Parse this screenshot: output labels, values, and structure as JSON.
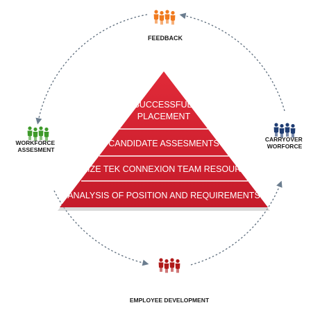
{
  "cycle": {
    "feedback": "FEEDBACK",
    "workforce_assessment": [
      "WORKFORCE",
      "ASSESMENT"
    ],
    "carryover_workforce": [
      "CARRYOVER",
      "WORFORCE"
    ],
    "employee_development": "EMPLOYEE DEVELOPMENT"
  },
  "pyramid": {
    "tiers": [
      {
        "lines": [
          "SUCCESSFUL",
          "PLACEMENT"
        ]
      },
      {
        "lines": [
          "CANDIDATE ASSESMENTS"
        ]
      },
      {
        "lines": [
          "UTILIZE TEK CONNEXION TEAM RESOURCES"
        ]
      },
      {
        "lines": [
          "ANALYSIS OF POSITION AND REQUIREMENTS"
        ]
      }
    ]
  },
  "colors": {
    "pyramid_red": "#d2202f",
    "pyramid_dark": "#a8101e",
    "circle_dash": "#5b6b7b",
    "feedback_people": "#f07a1e",
    "workforce_people": "#3e9a2a",
    "carryover_people": "#1f3d73",
    "development_people": "#b01a1a"
  },
  "icons": {
    "feedback": "people-group-icon",
    "workforce_assessment": "people-group-icon",
    "carryover_workforce": "people-group-icon",
    "employee_development": "people-group-icon"
  }
}
